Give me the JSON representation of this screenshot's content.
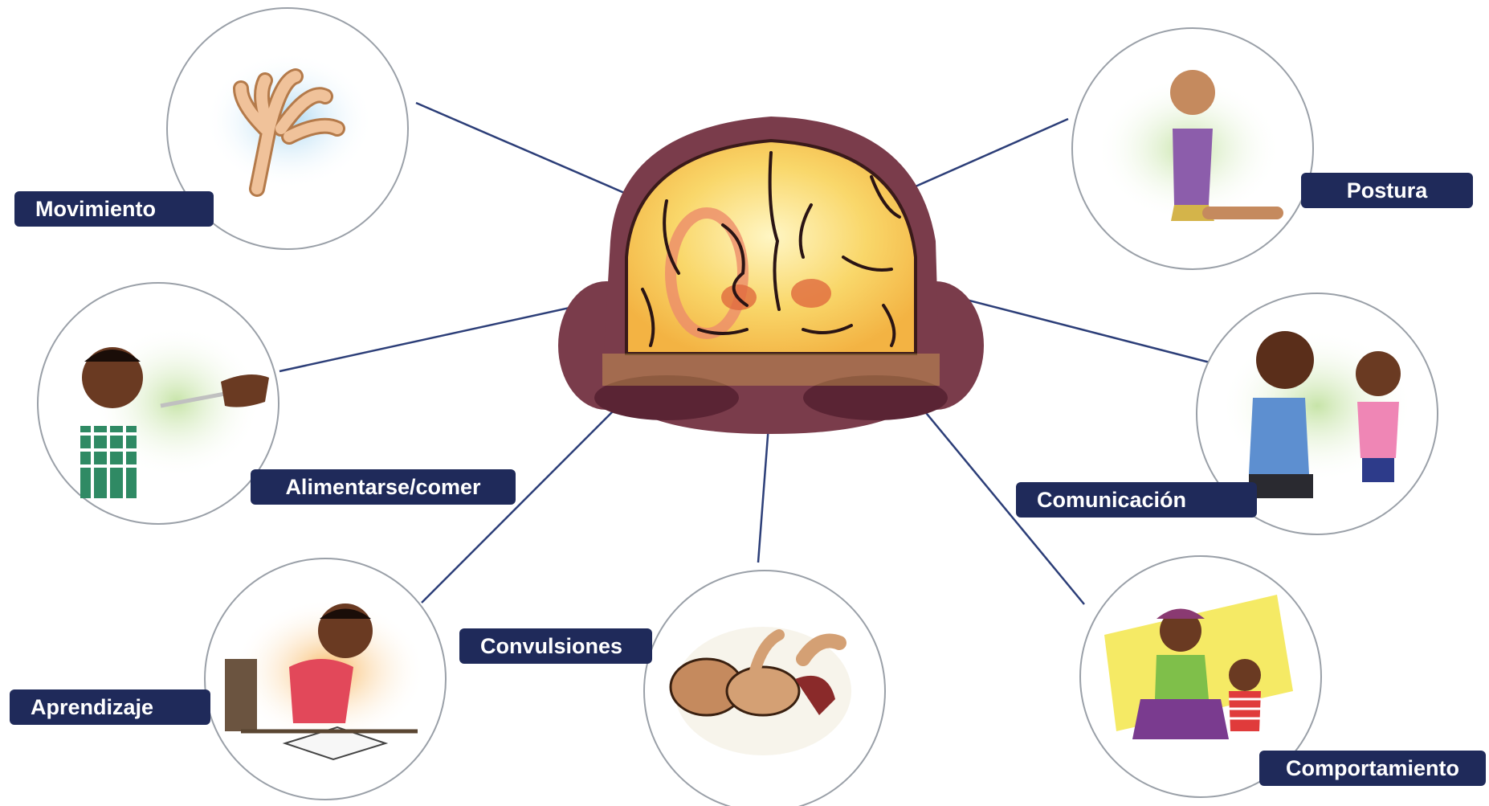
{
  "diagram": {
    "labels": {
      "movimiento": "Movimiento",
      "alimentarse": "Alimentarse/comer",
      "aprendizaje": "Aprendizaje",
      "convulsiones": "Convulsiones",
      "postura": "Postura",
      "comunicacion": "Comunicación",
      "comportamiento": "Comportamiento"
    },
    "colors": {
      "label_bg": "#1f2a5a",
      "label_text": "#ffffff",
      "connector": "#2c3e78",
      "circle_border": "#9aa0a8",
      "brain": "#f6c23e",
      "brain_folds": "#e6874e",
      "head": "#7a3c4b"
    }
  }
}
